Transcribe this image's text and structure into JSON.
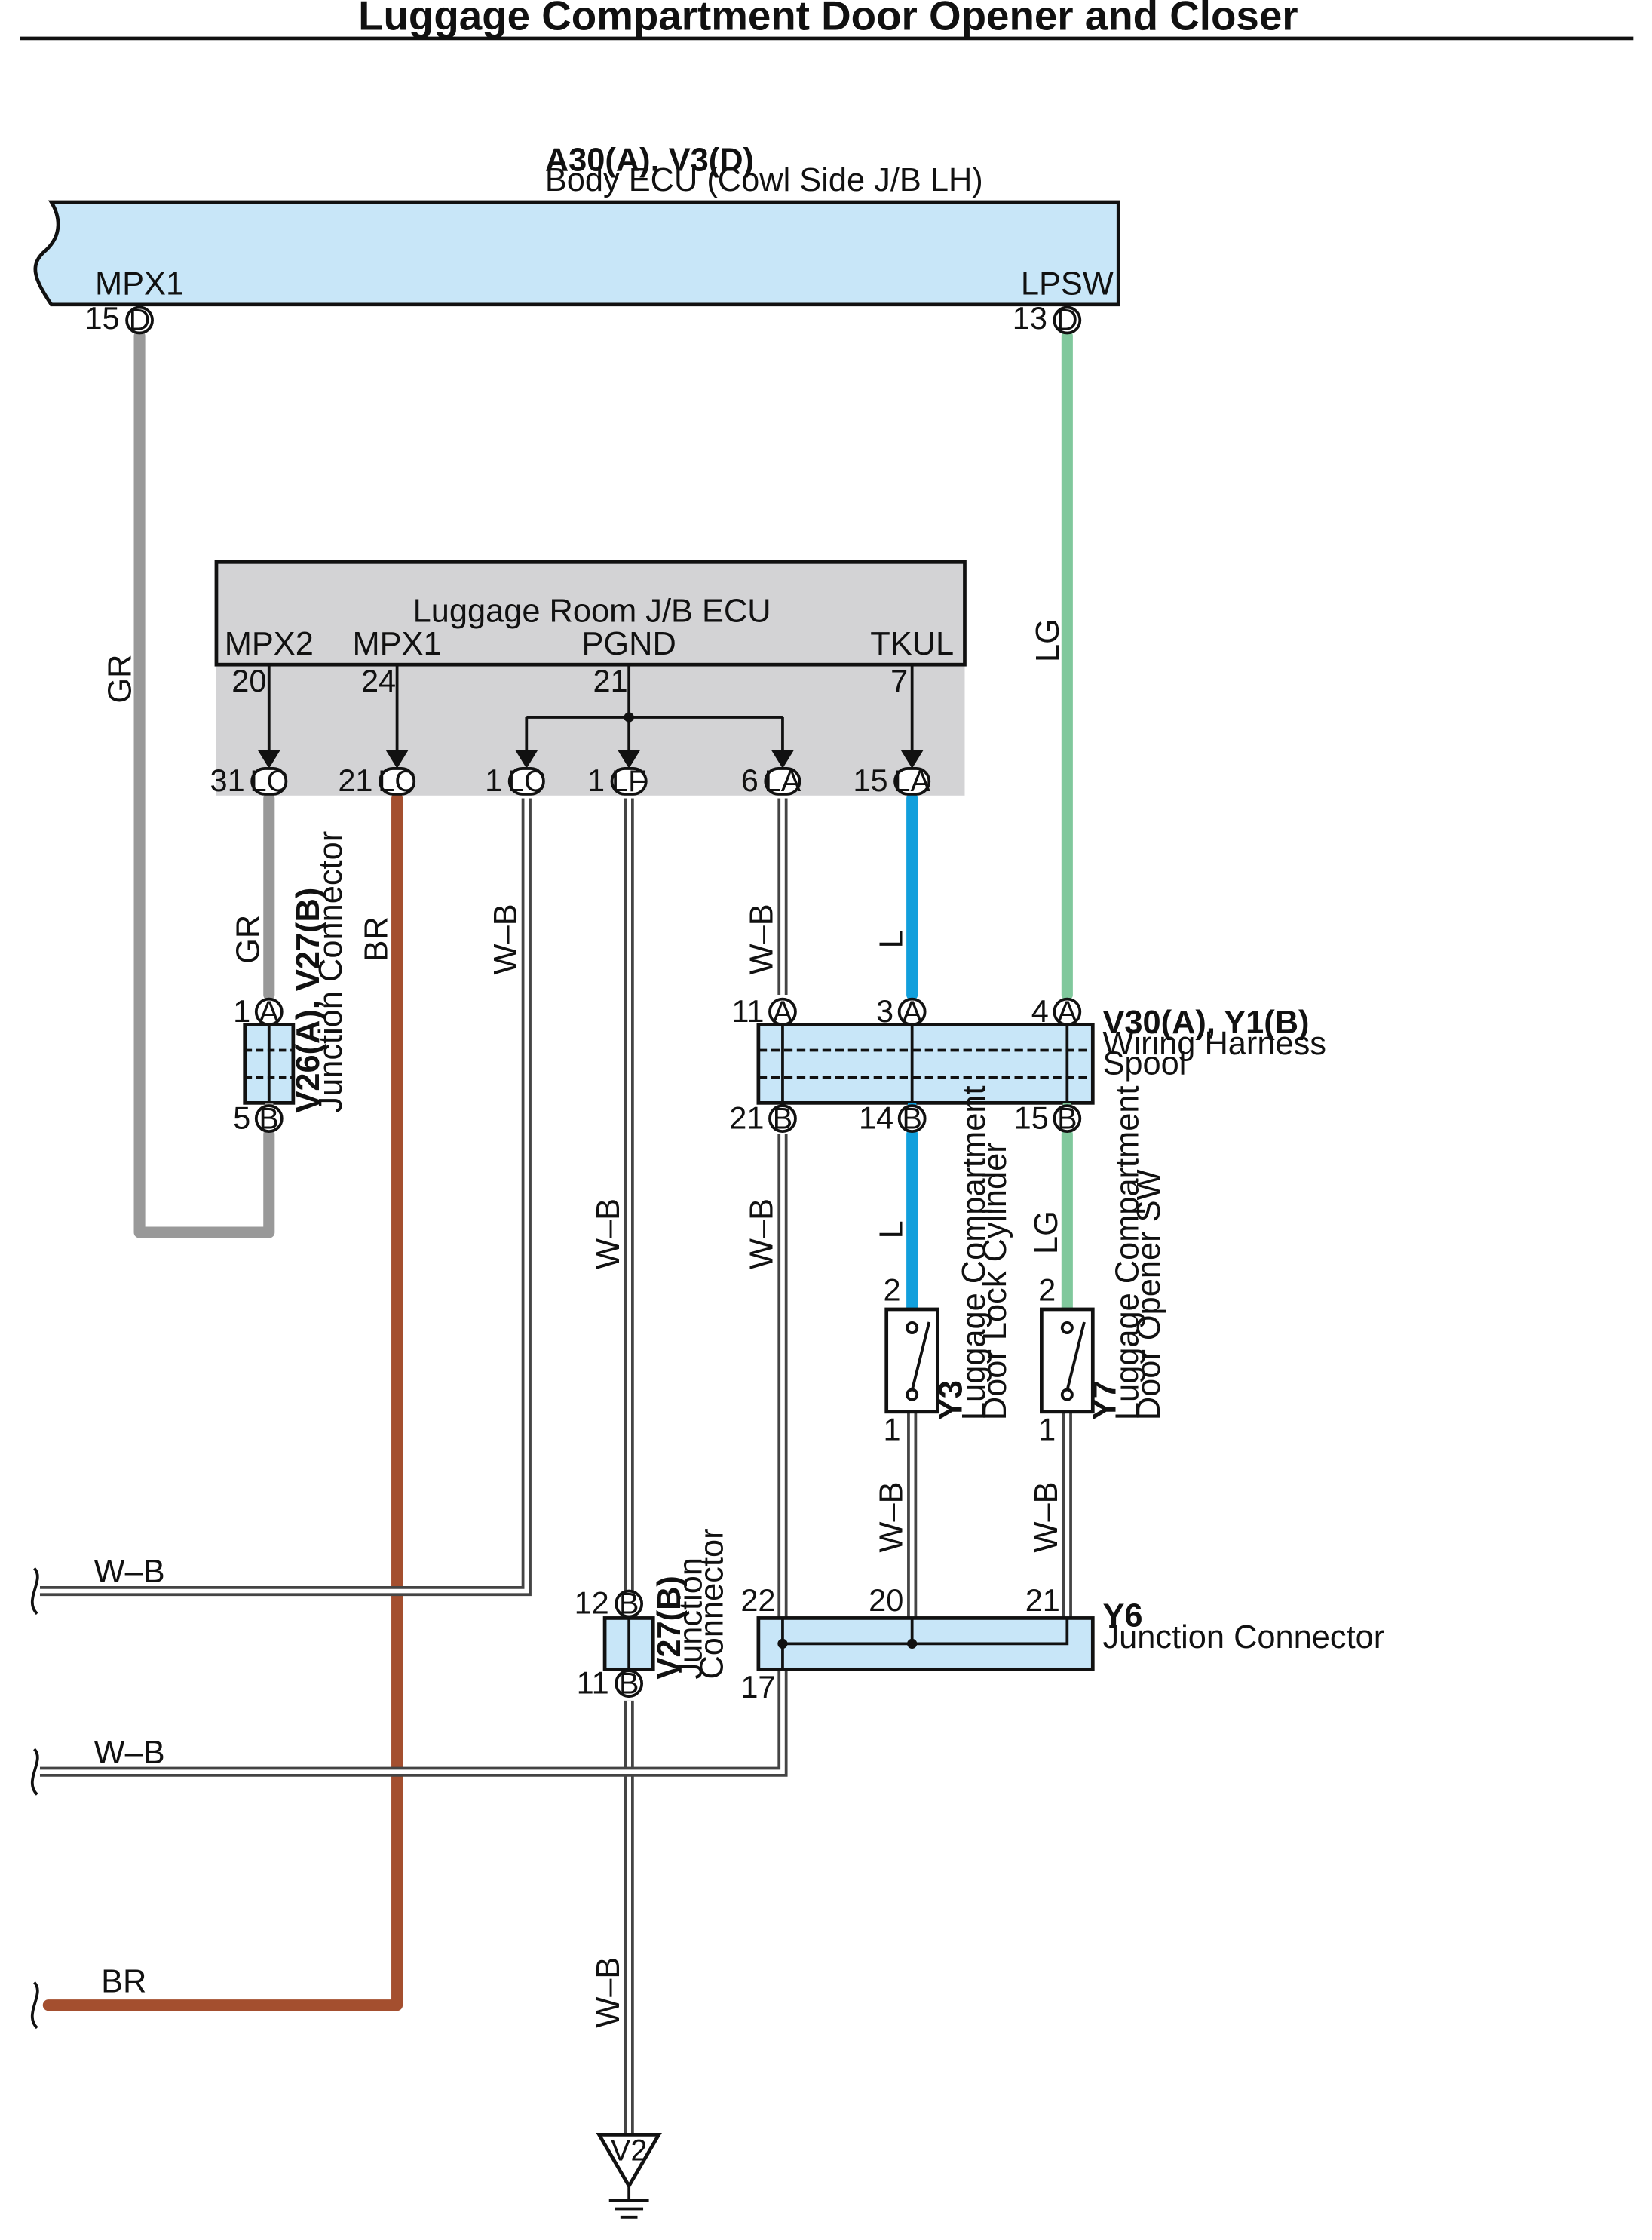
{
  "title": "Luggage Compartment Door Opener and Closer",
  "colors": {
    "GR": "#999999",
    "BR": "#a44f2f",
    "L": "#129fdc",
    "LG": "#80c89c",
    "WB": "#555555",
    "ecu_fill": "#c8e6f8",
    "jb_fill": "#d3d3d5",
    "conn_fill": "#c8e6f8"
  },
  "body_ecu": {
    "code": "A30(A), V3(D)",
    "name": "Body ECU (Cowl Side J/B LH)",
    "terminal_left": "MPX1",
    "terminal_right": "LPSW",
    "pin_left": {
      "num": "15",
      "conn": "D"
    },
    "pin_right": {
      "num": "13",
      "conn": "D"
    }
  },
  "jb_ecu": {
    "name": "Luggage Room J/B ECU",
    "terminals": [
      "MPX2",
      "MPX1",
      "PGND",
      "TKUL"
    ],
    "terminal_pins": [
      "20",
      "24",
      "21",
      "7"
    ],
    "out_pins": [
      {
        "num": "31",
        "conn": "LC"
      },
      {
        "num": "21",
        "conn": "LC"
      },
      {
        "num": "1",
        "conn": "LC"
      },
      {
        "num": "1",
        "conn": "LF"
      },
      {
        "num": "6",
        "conn": "LA"
      },
      {
        "num": "15",
        "conn": "LA"
      }
    ]
  },
  "wire_labels": {
    "gr_main": "GR",
    "lg_main": "LG",
    "gr_short": "GR",
    "br": "BR",
    "wb_lc1": "W–B",
    "wb_la6": "W–B",
    "l_upper": "L",
    "wb_lf_upper": "W–B",
    "wb_a21": "W–B",
    "l_lower": "L",
    "lg_lower": "LG",
    "wb_y3": "W–B",
    "wb_y7": "W–B",
    "wb_ground": "W–B",
    "left_wb_1": "W–B",
    "left_wb_2": "W–B",
    "left_br": "BR"
  },
  "v26": {
    "code": "V26(A), V27(B)",
    "name": "Junction Connector",
    "pin_top": {
      "num": "1",
      "conn": "A"
    },
    "pin_bottom": {
      "num": "5",
      "conn": "B"
    }
  },
  "v30": {
    "code": "V30(A), Y1(B)",
    "name_line1": "Wiring Harness",
    "name_line2": "Spool",
    "top_pins": [
      {
        "num": "11",
        "conn": "A"
      },
      {
        "num": "3",
        "conn": "A"
      },
      {
        "num": "4",
        "conn": "A"
      }
    ],
    "bottom_pins": [
      {
        "num": "21",
        "conn": "B"
      },
      {
        "num": "14",
        "conn": "B"
      },
      {
        "num": "15",
        "conn": "B"
      }
    ]
  },
  "y3": {
    "code": "Y3",
    "name_line1": "Luggage Compartment",
    "name_line2": "Door Lock Cylinder",
    "pin_top": "2",
    "pin_bottom": "1"
  },
  "y7": {
    "code": "Y7",
    "name_line1": "Luggage Compartment",
    "name_line2": "Door Opener SW",
    "pin_top": "2",
    "pin_bottom": "1"
  },
  "v27": {
    "code": "V27(B)",
    "name_line1": "Junction",
    "name_line2": "Connector",
    "pin_top": {
      "num": "12",
      "conn": "B"
    },
    "pin_bottom": {
      "num": "11",
      "conn": "B"
    }
  },
  "y6": {
    "code": "Y6",
    "name": "Junction Connector",
    "pins": [
      "22",
      "20",
      "21",
      "17"
    ]
  },
  "ground": {
    "code": "V2"
  }
}
